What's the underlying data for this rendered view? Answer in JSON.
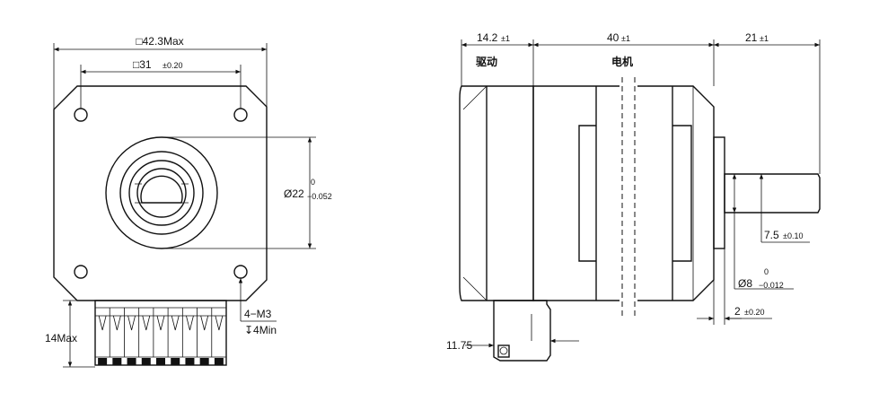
{
  "front_view": {
    "outer_square": "□42.3Max",
    "hole_spacing": "□31",
    "hole_spacing_tol": "±0.20",
    "boss_diameter": "Ø22",
    "boss_tol_upper": "0",
    "boss_tol_lower": "−0.052",
    "thread_spec": "4−M3",
    "thread_depth": "↧4Min",
    "connector_height": "14Max"
  },
  "side_view": {
    "driver_length": "14.2",
    "driver_length_tol": "±1",
    "driver_label": "驱动",
    "motor_length": "40",
    "motor_length_tol": "±1",
    "motor_label": "电机",
    "shaft_length": "21",
    "shaft_length_tol": "±1",
    "shaft_flat": "7.5",
    "shaft_flat_tol": "±0.10",
    "shaft_diameter": "Ø8",
    "shaft_tol_upper": "0",
    "shaft_tol_lower": "−0.012",
    "boss_height": "2",
    "boss_height_tol": "±0.20",
    "connector_offset": "11.75"
  }
}
